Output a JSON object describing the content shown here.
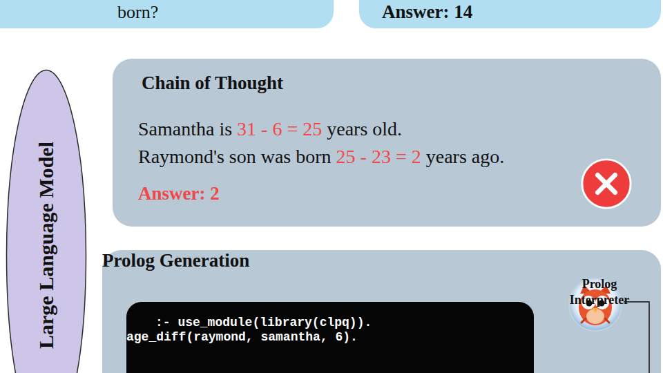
{
  "diagram": {
    "nodes": [
      {
        "text": [
          "born?"
        ]
      },
      {
        "text": [
          "Answer: 14"
        ]
      },
      {
        "text": [
          "Large Language Model"
        ]
      },
      {
        "text": [
          "Chain of Thought",
          "Samantha is 31 - 6 = 25 years old.",
          "Raymond's son was born 25 - 23 = 2 years ago.",
          "Answer: 2"
        ]
      },
      {
        "text": [
          "Prolog Generation"
        ]
      },
      {
        "text": [
          ":- use_module(library(clpq)).",
          "age_diff(raymond, samantha, 6)."
        ],
        "in": 4
      },
      {
        "text": [
          "Prolog Interpreter"
        ],
        "in": 4
      }
    ],
    "edges": [
      {
        "from": 0,
        "to": 2,
        "arrow": "to"
      },
      {
        "from": 2,
        "to": 3,
        "arrow": "to"
      },
      {
        "from": 2,
        "to": 4,
        "arrow": "to"
      },
      {
        "from": 5,
        "to": 6,
        "arrow": "to"
      }
    ]
  }
}
